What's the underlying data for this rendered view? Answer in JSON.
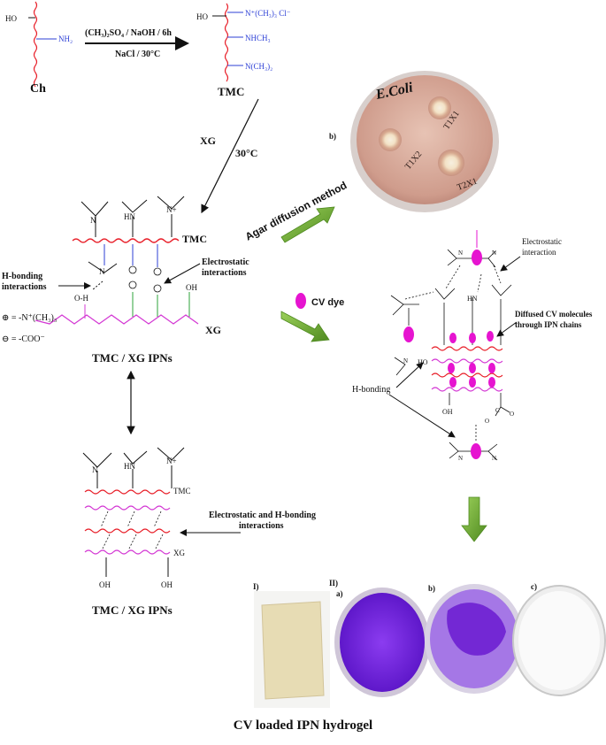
{
  "reaction": {
    "reagents": "(CH₃)₂SO₄ / NaOH / 6h",
    "conditions": "NaCl / 30°C",
    "ch_label": "Ch",
    "ch_ho": "HO",
    "ch_nh2": "NH₂",
    "tmc_label": "TMC",
    "tmc_ho": "HO",
    "tmc_quat": "N⁺(CH₃)₃ Cl⁻",
    "tmc_nhch3": "NHCH₃",
    "tmc_nme2": "N(CH₃)₂",
    "xg_step": "XG",
    "xg_temp": "30°C"
  },
  "ipn1": {
    "tmc": "TMC",
    "xg": "XG",
    "oh": "OH",
    "oh_h": "O-H",
    "n_plus": "N+",
    "hn": "HN",
    "n": "N",
    "hbond": "H-bonding",
    "hbond2": "interactions",
    "electro": "Electrostatic",
    "electro2": "interactions",
    "legend_plus": "⊕ = -N⁺(CH₃)₃",
    "legend_minus": "⊖ = -COO⁻",
    "title": "TMC / XG IPNs"
  },
  "ipn2": {
    "tmc": "TMC",
    "xg": "XG",
    "oh1": "OH",
    "oh2": "OH",
    "n": "N",
    "hn": "HN",
    "n_plus": "N+",
    "electro": "Electrostatic and H-bonding",
    "electro2": "interactions",
    "title": "TMC / XG IPNs"
  },
  "agar": {
    "arrow_label": "Agar diffusion method",
    "panel": "b)",
    "plate_text": "E.Coli",
    "zones": [
      "T1X1",
      "T1X2",
      "T2X1"
    ]
  },
  "cv": {
    "legend": "CV dye",
    "electro": "Electrostatic",
    "electro2": "interaction",
    "diffused": "Diffused CV molecules",
    "diffused2": "through IPN chains",
    "hbond": "H-bonding",
    "ho": "HO",
    "oh": "OH",
    "hn": "HN",
    "n": "N",
    "carbox_o": "O",
    "carbox_c": "C",
    "carbox_o2": "O"
  },
  "photos": {
    "p1": "I)",
    "p2": "II)",
    "a": "a)",
    "b": "b)",
    "c": "c)"
  },
  "caption": "CV loaded IPN hydrogel",
  "colors": {
    "red_chain": "#e8202a",
    "pink_chain": "#d43ad4",
    "blue_bond": "#2c3fd6",
    "green_bond": "#2ea33a",
    "magenta_dot": "#e614d0",
    "arrow_green": "#6ea534",
    "purple_dish": "#7a26e0"
  }
}
